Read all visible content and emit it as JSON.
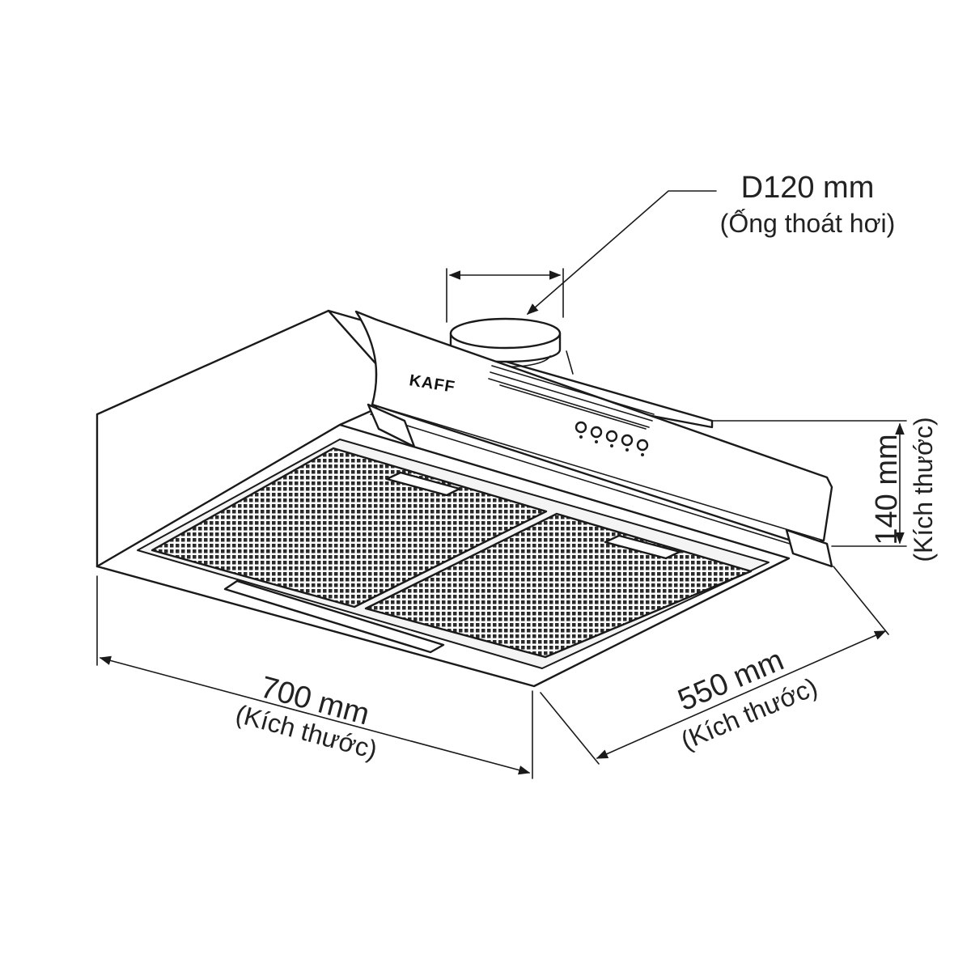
{
  "product": {
    "brand": "KAFF"
  },
  "dimensions": {
    "duct": {
      "value": "D120 mm",
      "note": "(Ống thoát hơi)"
    },
    "height": {
      "value": "140 mm",
      "note": "(Kích thước)"
    },
    "width": {
      "value": "700 mm",
      "note": "(Kích thước)"
    },
    "depth": {
      "value": "550 mm",
      "note": "(Kích thước)"
    }
  },
  "colors": {
    "line": "#1a1a1a",
    "background": "#ffffff"
  }
}
